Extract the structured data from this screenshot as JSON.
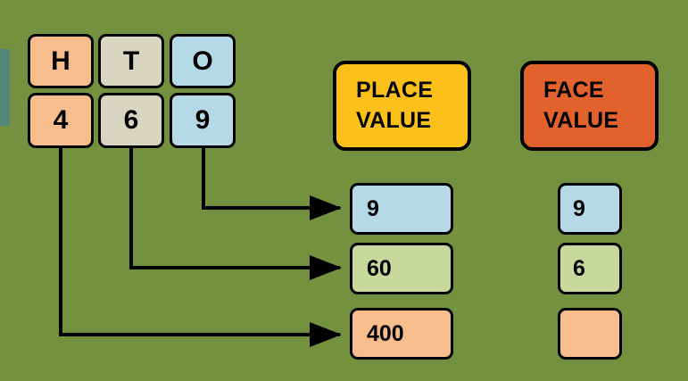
{
  "slide": {
    "background_color": "#73913f",
    "accent_strip_color": "#538878"
  },
  "place_value_chart": {
    "headers": [
      {
        "label": "H",
        "name": "hundreds",
        "color": "#f7bd8c"
      },
      {
        "label": "T",
        "name": "tens",
        "color": "#d9d5c1"
      },
      {
        "label": "O",
        "name": "ones",
        "color": "#b6d9e8"
      }
    ],
    "digits": [
      {
        "label": "4",
        "name": "hundreds",
        "color": "#f7bd8c"
      },
      {
        "label": "6",
        "name": "tens",
        "color": "#d9d5c1"
      },
      {
        "label": "9",
        "name": "ones",
        "color": "#b6d9e8"
      }
    ],
    "number": "469"
  },
  "place_value_column": {
    "title_line1": "PLACE",
    "title_line2": "VALUE",
    "title_color": "#fbc01a",
    "boxes": [
      {
        "value": "9",
        "color": "#b6d9e8",
        "source_digit": "9"
      },
      {
        "value": "60",
        "color": "#c7d99b",
        "source_digit": "6"
      },
      {
        "value": "400",
        "color": "#f7bd8c",
        "source_digit": "4"
      }
    ]
  },
  "face_value_column": {
    "title_line1": "FACE",
    "title_line2": "VALUE",
    "title_color": "#e2622e",
    "boxes": [
      {
        "value": "9",
        "color": "#b6d9e8"
      },
      {
        "value": "6",
        "color": "#c7d99b"
      },
      {
        "value": "",
        "color": "#f7bd8c"
      }
    ]
  },
  "connectors": [
    {
      "name": "ones-to-place-value",
      "from_digit": "9",
      "to_value": "9"
    },
    {
      "name": "tens-to-place-value",
      "from_digit": "6",
      "to_value": "60"
    },
    {
      "name": "hundreds-to-place-value",
      "from_digit": "4",
      "to_value": "400"
    }
  ]
}
